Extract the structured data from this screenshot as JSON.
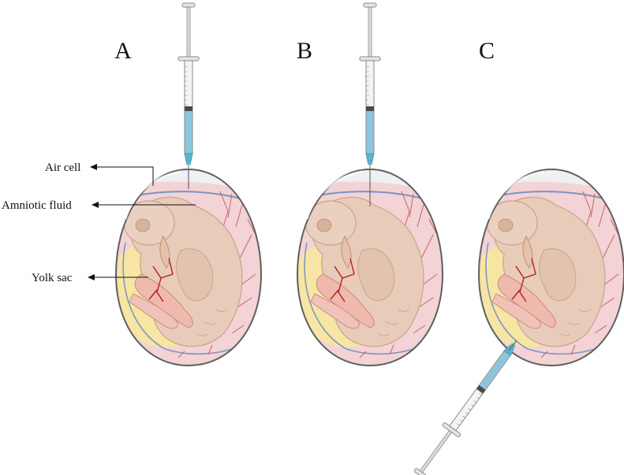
{
  "panels": [
    {
      "letter": "A"
    },
    {
      "letter": "B"
    },
    {
      "letter": "C"
    }
  ],
  "labels": {
    "air_cell": "Air cell",
    "amniotic_fluid": "Amniotic fluid",
    "yolk_sac": "Yolk sac"
  },
  "colors": {
    "shell_outline": "#5f5f5f",
    "air_cell": "#eef0f2",
    "membrane_pink": "#f3d3d5",
    "embryo": "#e8cbb8",
    "embryo_shade": "#d7b39c",
    "yolk": "#f7e5a3",
    "vessel_red": "#b41e1e",
    "vessel_blue": "#7b93c4",
    "syringe_fluid": "#8cc6dd",
    "needle": "#5bb5cf"
  }
}
